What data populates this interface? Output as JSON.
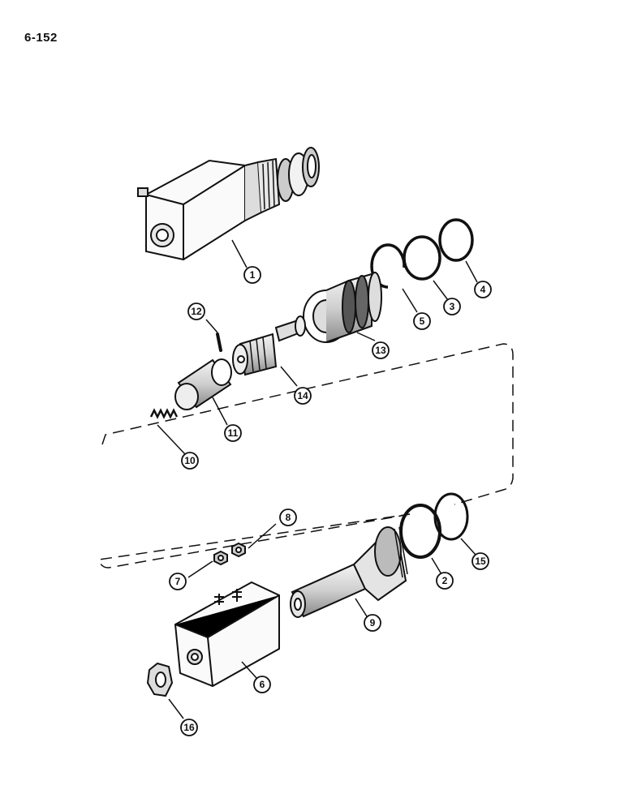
{
  "page": {
    "number": "6-152"
  },
  "callouts": [
    {
      "id": "c1",
      "label": "1"
    },
    {
      "id": "c2",
      "label": "2"
    },
    {
      "id": "c3",
      "label": "3"
    },
    {
      "id": "c4",
      "label": "4"
    },
    {
      "id": "c5",
      "label": "5"
    },
    {
      "id": "c6",
      "label": "6"
    },
    {
      "id": "c7",
      "label": "7"
    },
    {
      "id": "c8",
      "label": "8"
    },
    {
      "id": "c9",
      "label": "9"
    },
    {
      "id": "c10",
      "label": "10"
    },
    {
      "id": "c11",
      "label": "11"
    },
    {
      "id": "c12",
      "label": "12"
    },
    {
      "id": "c13",
      "label": "13"
    },
    {
      "id": "c14",
      "label": "14"
    },
    {
      "id": "c15",
      "label": "15"
    },
    {
      "id": "c16",
      "label": "16"
    }
  ]
}
